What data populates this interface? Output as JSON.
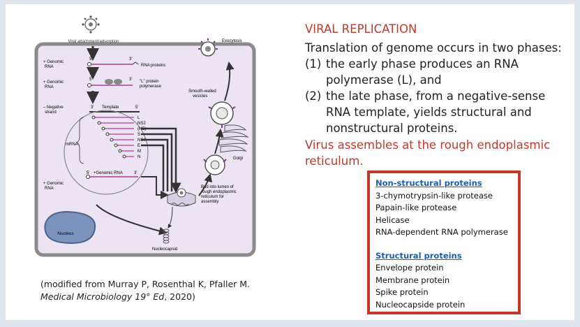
{
  "figure": {
    "labels": {
      "attachment": "Viral attachment/adsorption",
      "exocytosis": "Exocytosis",
      "genomic_rna_1": [
        "+ Genomic",
        "RNA"
      ],
      "genomic_rna_2": [
        "+ Genomic",
        "RNA"
      ],
      "negative_strand": [
        "– Negative",
        "strand"
      ],
      "genomic_rna_3": [
        "+ Genomic",
        "RNA"
      ],
      "rna_proteins": "RNA proteins",
      "l_protein": [
        "\"L\" protein",
        "polymerase"
      ],
      "smooth_vesicles": [
        "Smooth-walled",
        "vesicles"
      ],
      "template": "Template",
      "mrna": "mRNA",
      "genes": [
        "L",
        "NS2",
        "(HE)",
        "S",
        "NS4",
        "E",
        "M",
        "N"
      ],
      "genomic_rna_inner": "+Genomic RNA",
      "golgi": "Golgi",
      "bud_text": [
        "Bud into lumen of",
        "rough endoplasmic",
        "reticulum for",
        "assembly"
      ],
      "nucleus": "Nucleus",
      "nucleocapsid": "Nucleocapsid",
      "five_prime": "5'",
      "three_prime": "3'"
    }
  },
  "caption": {
    "line1": "(modified from Murray P, Rosenthal K, Pfaller M.",
    "line2_italic": "Medical Microbiology 19° Ed",
    "line2_rest": ", 2020)"
  },
  "text": {
    "title": "VIRAL REPLICATION",
    "intro": "Translation of genome occurs in two phases:",
    "phase1_num": "(1)",
    "phase1": "the early phase produces an RNA polymerase (L), and",
    "phase2_num": "(2)",
    "phase2": "the late phase, from a negative-sense RNA template, yields structural and nonstructural proteins.",
    "assemble": "Virus assembles at the rough endoplasmic reticulum."
  },
  "protein_box": {
    "nonstructural_header": "Non-structural proteins",
    "nonstructural": [
      "3-chymotrypsin-like protease",
      "Papain-like protease",
      "Helicase",
      "RNA-dependent RNA polymerase"
    ],
    "structural_header": "Structural proteins",
    "structural": [
      "Envelope protein",
      "Membrane protein",
      "Spike protein",
      "Nucleocapside protein"
    ]
  },
  "colors": {
    "cell_fill": "#ece4f2",
    "rna_magenta": "#b0399b",
    "accent_red": "#c0392b",
    "link_blue": "#1f5ea8",
    "nucleus_fill": "#7b93bd"
  }
}
